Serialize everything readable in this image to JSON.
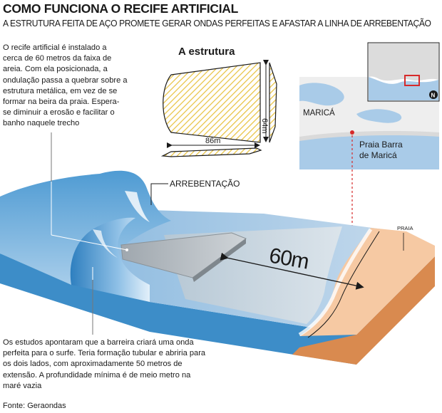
{
  "header": {
    "title": "COMO FUNCIONA O RECIFE ARTIFICIAL",
    "subtitle": "A ESTRUTURA FEITA DE AÇO PROMETE GERAR ONDAS PERFEITAS E AFASTAR A LINHA DE ARREBENTAÇÃO"
  },
  "intro_text": "O recife artificial é instalado a cerca de 60 metros da faixa de areia. Com ela posicionada, a ondulação passa a quebrar sobre a estrutura metálica, em vez de se formar na beira da praia. Espera-se diminuir a erosão e facilitar o banho naquele trecho",
  "structure": {
    "title": "A estrutura",
    "width_label": "86m",
    "height_label": "64m"
  },
  "map": {
    "city_label": "MARICÁ",
    "beach_label_line1": "Praia Barra",
    "beach_label_line2": "de Maricá",
    "north_label": "N"
  },
  "diagram": {
    "breakline_label": "ARREBENTAÇÃO",
    "beach_label": "PRAIA",
    "distance_label": "60m"
  },
  "study_text": "Os estudos apontaram que a barreira criará uma onda perfeita para o surfe. Teria formação tubular e abriria para os dois lados, com aproximadamente 50 metros de extensão. A profundidade mínima é de meio metro na maré vazia",
  "source": "Fonte: Geraondas",
  "colors": {
    "sea": "#a9cbe8",
    "deep_sea": "#3d8dc8",
    "sand": "#f6c9a3",
    "sand_side": "#d98a4f",
    "hatch": "#e8c13c",
    "marker": "#d62a2a"
  }
}
